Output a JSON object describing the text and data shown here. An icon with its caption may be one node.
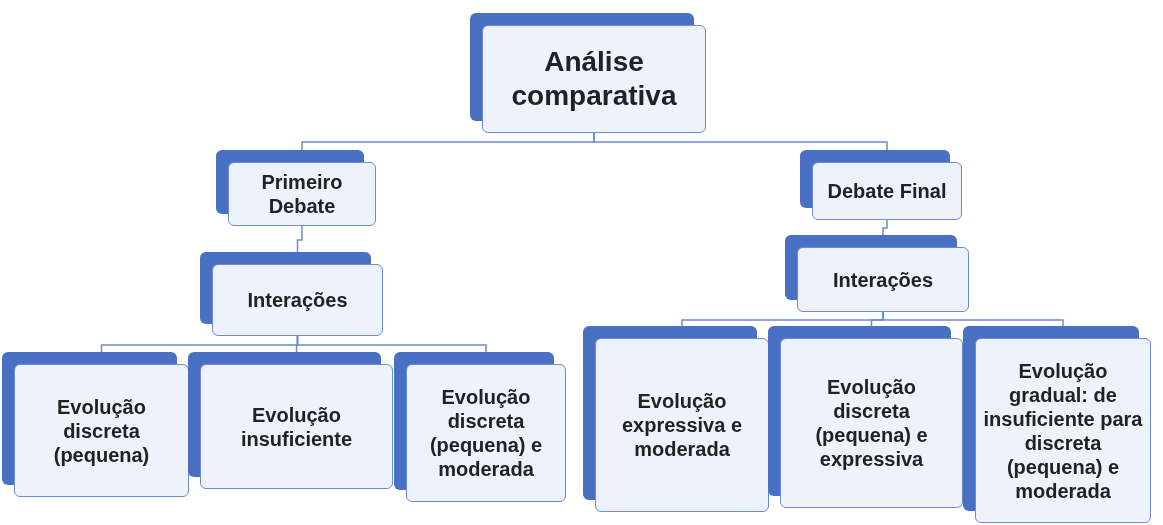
{
  "diagram": {
    "nodes": [
      {
        "text": [
          "Análise comparativa"
        ]
      },
      {
        "text": [
          "Primeiro Debate"
        ]
      },
      {
        "text": [
          "Interações"
        ]
      },
      {
        "text": [
          "Evolução discreta (pequena)"
        ]
      },
      {
        "text": [
          "Evolução insuficiente"
        ]
      },
      {
        "text": [
          "Evolução discreta (pequena) e moderada"
        ]
      },
      {
        "text": [
          "Debate Final"
        ]
      },
      {
        "text": [
          "Interações"
        ]
      },
      {
        "text": [
          "Evolução expressiva e moderada"
        ]
      },
      {
        "text": [
          "Evolução discreta (pequena) e expressiva"
        ]
      },
      {
        "text": [
          "Evolução gradual: de insuficiente para discreta (pequena) e moderada"
        ]
      }
    ],
    "edges": [
      {
        "from": 0,
        "to": 1,
        "arrow": "none"
      },
      {
        "from": 0,
        "to": 6,
        "arrow": "none"
      },
      {
        "from": 1,
        "to": 2,
        "arrow": "none"
      },
      {
        "from": 2,
        "to": 3,
        "arrow": "none"
      },
      {
        "from": 2,
        "to": 4,
        "arrow": "none"
      },
      {
        "from": 2,
        "to": 5,
        "arrow": "none"
      },
      {
        "from": 6,
        "to": 7,
        "arrow": "none"
      },
      {
        "from": 7,
        "to": 8,
        "arrow": "none"
      },
      {
        "from": 7,
        "to": 9,
        "arrow": "none"
      },
      {
        "from": 7,
        "to": 10,
        "arrow": "none"
      }
    ]
  }
}
